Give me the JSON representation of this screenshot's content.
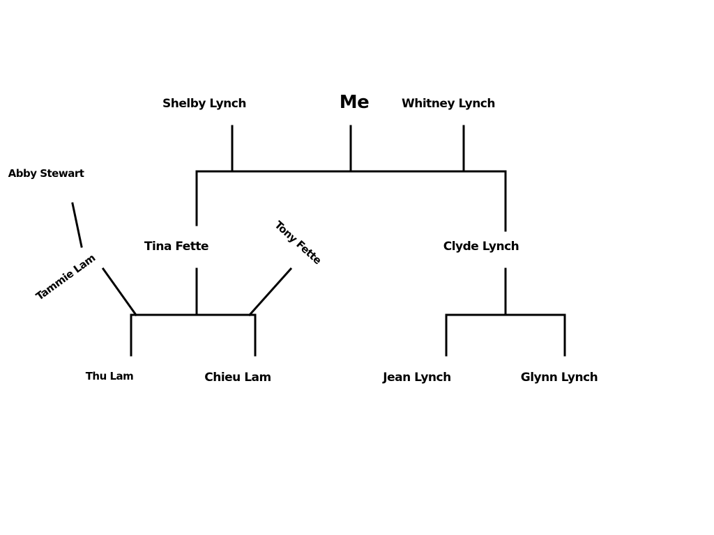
{
  "people": {
    "me": "Me",
    "shelby": "Shelby Lynch",
    "whitney": "Whitney Lynch",
    "abby": "Abby Stewart",
    "tina": "Tina Fette",
    "tony": "Tony Fette",
    "tammie": "Tammie Lam",
    "clyde": "Clyde Lynch",
    "thu": "Thu Lam",
    "chieu": "Chieu Lam",
    "jean": "Jean Lynch",
    "glynn": "Glynn Lynch"
  }
}
